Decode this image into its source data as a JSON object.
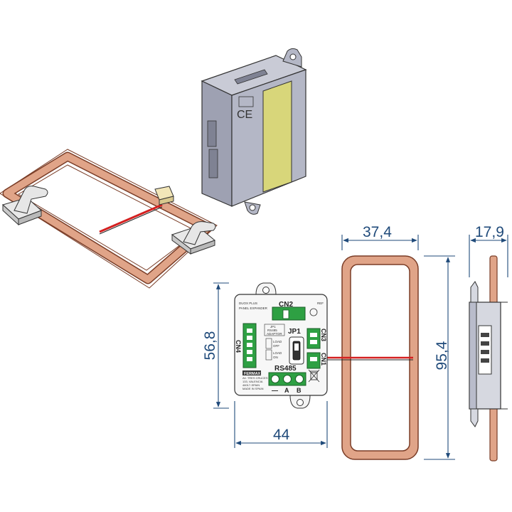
{
  "dimensions": {
    "coil_width": "37,4",
    "coil_height": "95,4",
    "side_thickness": "17,9",
    "board_height": "56,8",
    "board_width": "44"
  },
  "pcb": {
    "cn1": "CN1",
    "cn2": "CN2",
    "cn3": "CN3",
    "cn4": "CN4",
    "jp1": "JP1",
    "rs485": "RS485",
    "term_minus": "—",
    "term_a": "A",
    "term_b": "B",
    "brand": "FERMAX",
    "title_line1": "DUOX PLUS",
    "title_line2": "PANEL EXPANDER",
    "code": "REF",
    "jp_label1": "JP1",
    "jp_label2": "RS485",
    "jp_label3": "ADAPTOR",
    "load_off_1": "LOAD",
    "load_off_2": "OFF",
    "load_on_1": "LOAD",
    "load_on_2": "ON",
    "info1": "AV. TRES CRUCES",
    "info2": "133, VALENCIA",
    "info3": "46017-SPAIN",
    "info4": "MADE IN SPAIN"
  },
  "colors": {
    "dimension_line": "#1f4a7a",
    "coil_copper": "#e0a488",
    "coil_outline": "#7a3d27",
    "housing": "#9ea1b2",
    "label_yellow": "#d8d67a",
    "pcb_green": "#2ea043",
    "wire_red": "#d42020"
  },
  "icons": [
    "ce-mark-icon",
    "recycle-bin-crossed-icon",
    "coil-antenna-icon",
    "connector-icon"
  ]
}
